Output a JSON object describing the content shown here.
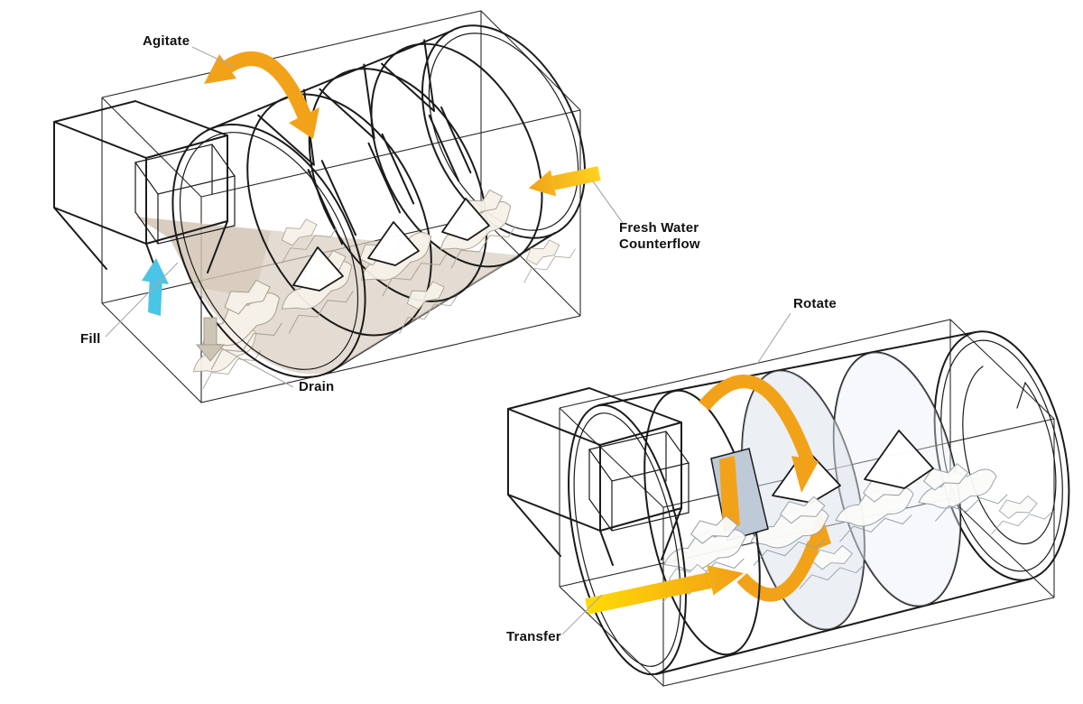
{
  "background": "#FFFFFF",
  "colors": {
    "outline": "#1B1B1B",
    "box_line": "#2B2B2B",
    "leader_line": "#A9A9A2",
    "label_text": "#111111",
    "agitate_rotate_arrow": "#F2A219",
    "counterflow_tail": "#FFD21C",
    "counterflow_head": "#F0A21D",
    "transfer_tail": "#FFDB05",
    "transfer_head": "#F29E16",
    "fill_arrow": "#4AC5E5",
    "drain_fill": "#CCC4B5",
    "water_fill": "#D9CDBF",
    "water_shadow": "#C9BAA8",
    "screw_shade_top": "#9FAEC5",
    "screw_shade_bottom": "#EDF1F7",
    "screw_tint_mid": "#D9E1EC",
    "screw_tint_far": "#E8EDF4",
    "screw_slot": "#BFCAD8",
    "laundry_warm": "#ADA293",
    "laundry_cool": "#98A0AA"
  },
  "wash_module": {
    "labels": {
      "agitate": "Agitate",
      "fresh_water_line1": "Fresh Water",
      "fresh_water_line2": "Counterflow",
      "fill": "Fill",
      "drain": "Drain"
    }
  },
  "transfer_module": {
    "labels": {
      "rotate": "Rotate",
      "transfer": "Transfer"
    }
  }
}
